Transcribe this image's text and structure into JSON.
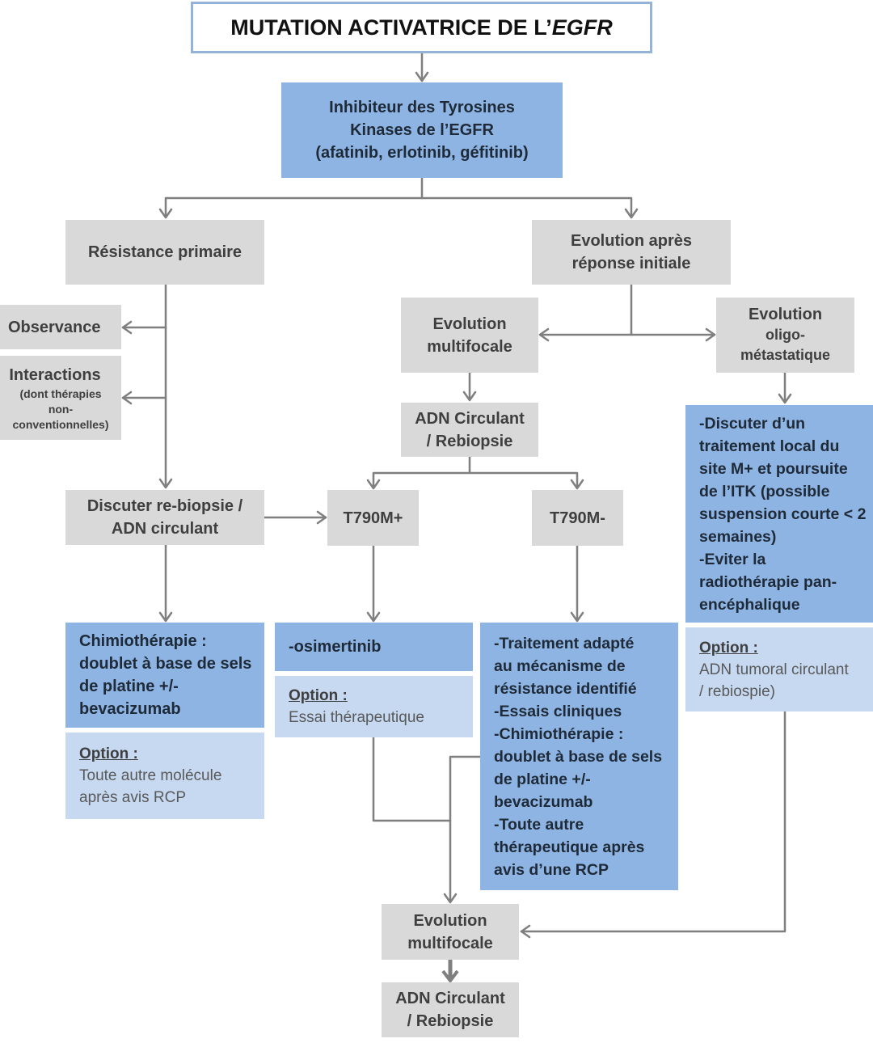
{
  "title": {
    "main": "MUTATION ACTIVATRICE DE L’",
    "gene": "EGFR"
  },
  "itk": {
    "lines": [
      "Inhibiteur des Tyrosines",
      "Kinases de l’EGFR",
      "(afatinib, erlotinib, géfitinib)"
    ]
  },
  "resistance_primaire": {
    "label": "Résistance primaire"
  },
  "evolution_apres": {
    "lines": [
      "Evolution après",
      "réponse initiale"
    ]
  },
  "observance": {
    "label": "Observance"
  },
  "interactions": {
    "label": "Interactions",
    "sub_lines": [
      "(dont thérapies",
      "non-",
      "conventionnelles)"
    ]
  },
  "evolution_multifocale_1": {
    "lines": [
      "Evolution",
      "multifocale"
    ]
  },
  "evolution_oligo": {
    "lines": [
      "Evolution",
      "oligo-",
      "métastatique"
    ]
  },
  "adn_circulant_1": {
    "lines": [
      "ADN Circulant",
      "/ Rebiopsie"
    ]
  },
  "discuter_rebiopsie": {
    "lines": [
      "Discuter re-biopsie /",
      "ADN circulant"
    ]
  },
  "t790m_plus": {
    "label": "T790M+"
  },
  "t790m_minus": {
    "label": "T790M-"
  },
  "oligo_treatment": {
    "lines": [
      "-Discuter d’un",
      "traitement local du",
      "site M+ et poursuite",
      "de l’ITK (possible",
      "suspension courte < 2",
      "semaines)",
      "-Eviter la",
      "radiothérapie pan-",
      "encéphalique"
    ]
  },
  "oligo_option": {
    "heading": "Option :",
    "lines": [
      "ADN tumoral circulant",
      "/ rebiospie)"
    ]
  },
  "chimio": {
    "lines": [
      "Chimiothérapie :",
      "doublet à base de sels",
      "de platine +/-",
      "bevacizumab"
    ]
  },
  "chimio_option": {
    "heading": "Option :",
    "lines": [
      "Toute autre molécule",
      "après avis RCP"
    ]
  },
  "osimertinib": {
    "label": "-osimertinib"
  },
  "osimertinib_option": {
    "heading": "Option :",
    "lines": [
      "Essai thérapeutique"
    ]
  },
  "t790m_minus_treatment": {
    "lines": [
      "-Traitement adapté",
      "au mécanisme de",
      "résistance identifié",
      "-Essais cliniques",
      "-Chimiothérapie :",
      "doublet à base de sels",
      "de platine +/-",
      "bevacizumab",
      "-Toute autre",
      "thérapeutique après",
      "avis d’une RCP"
    ]
  },
  "evolution_multifocale_2": {
    "lines": [
      "Evolution",
      "multifocale"
    ]
  },
  "adn_circulant_2": {
    "lines": [
      "ADN Circulant",
      "/ Rebiopsie"
    ]
  },
  "colors": {
    "gray_box": "#d9d9d9",
    "blue_box": "#8db4e2",
    "option_box": "#c6d9f1",
    "connector": "#7f7f7f"
  }
}
